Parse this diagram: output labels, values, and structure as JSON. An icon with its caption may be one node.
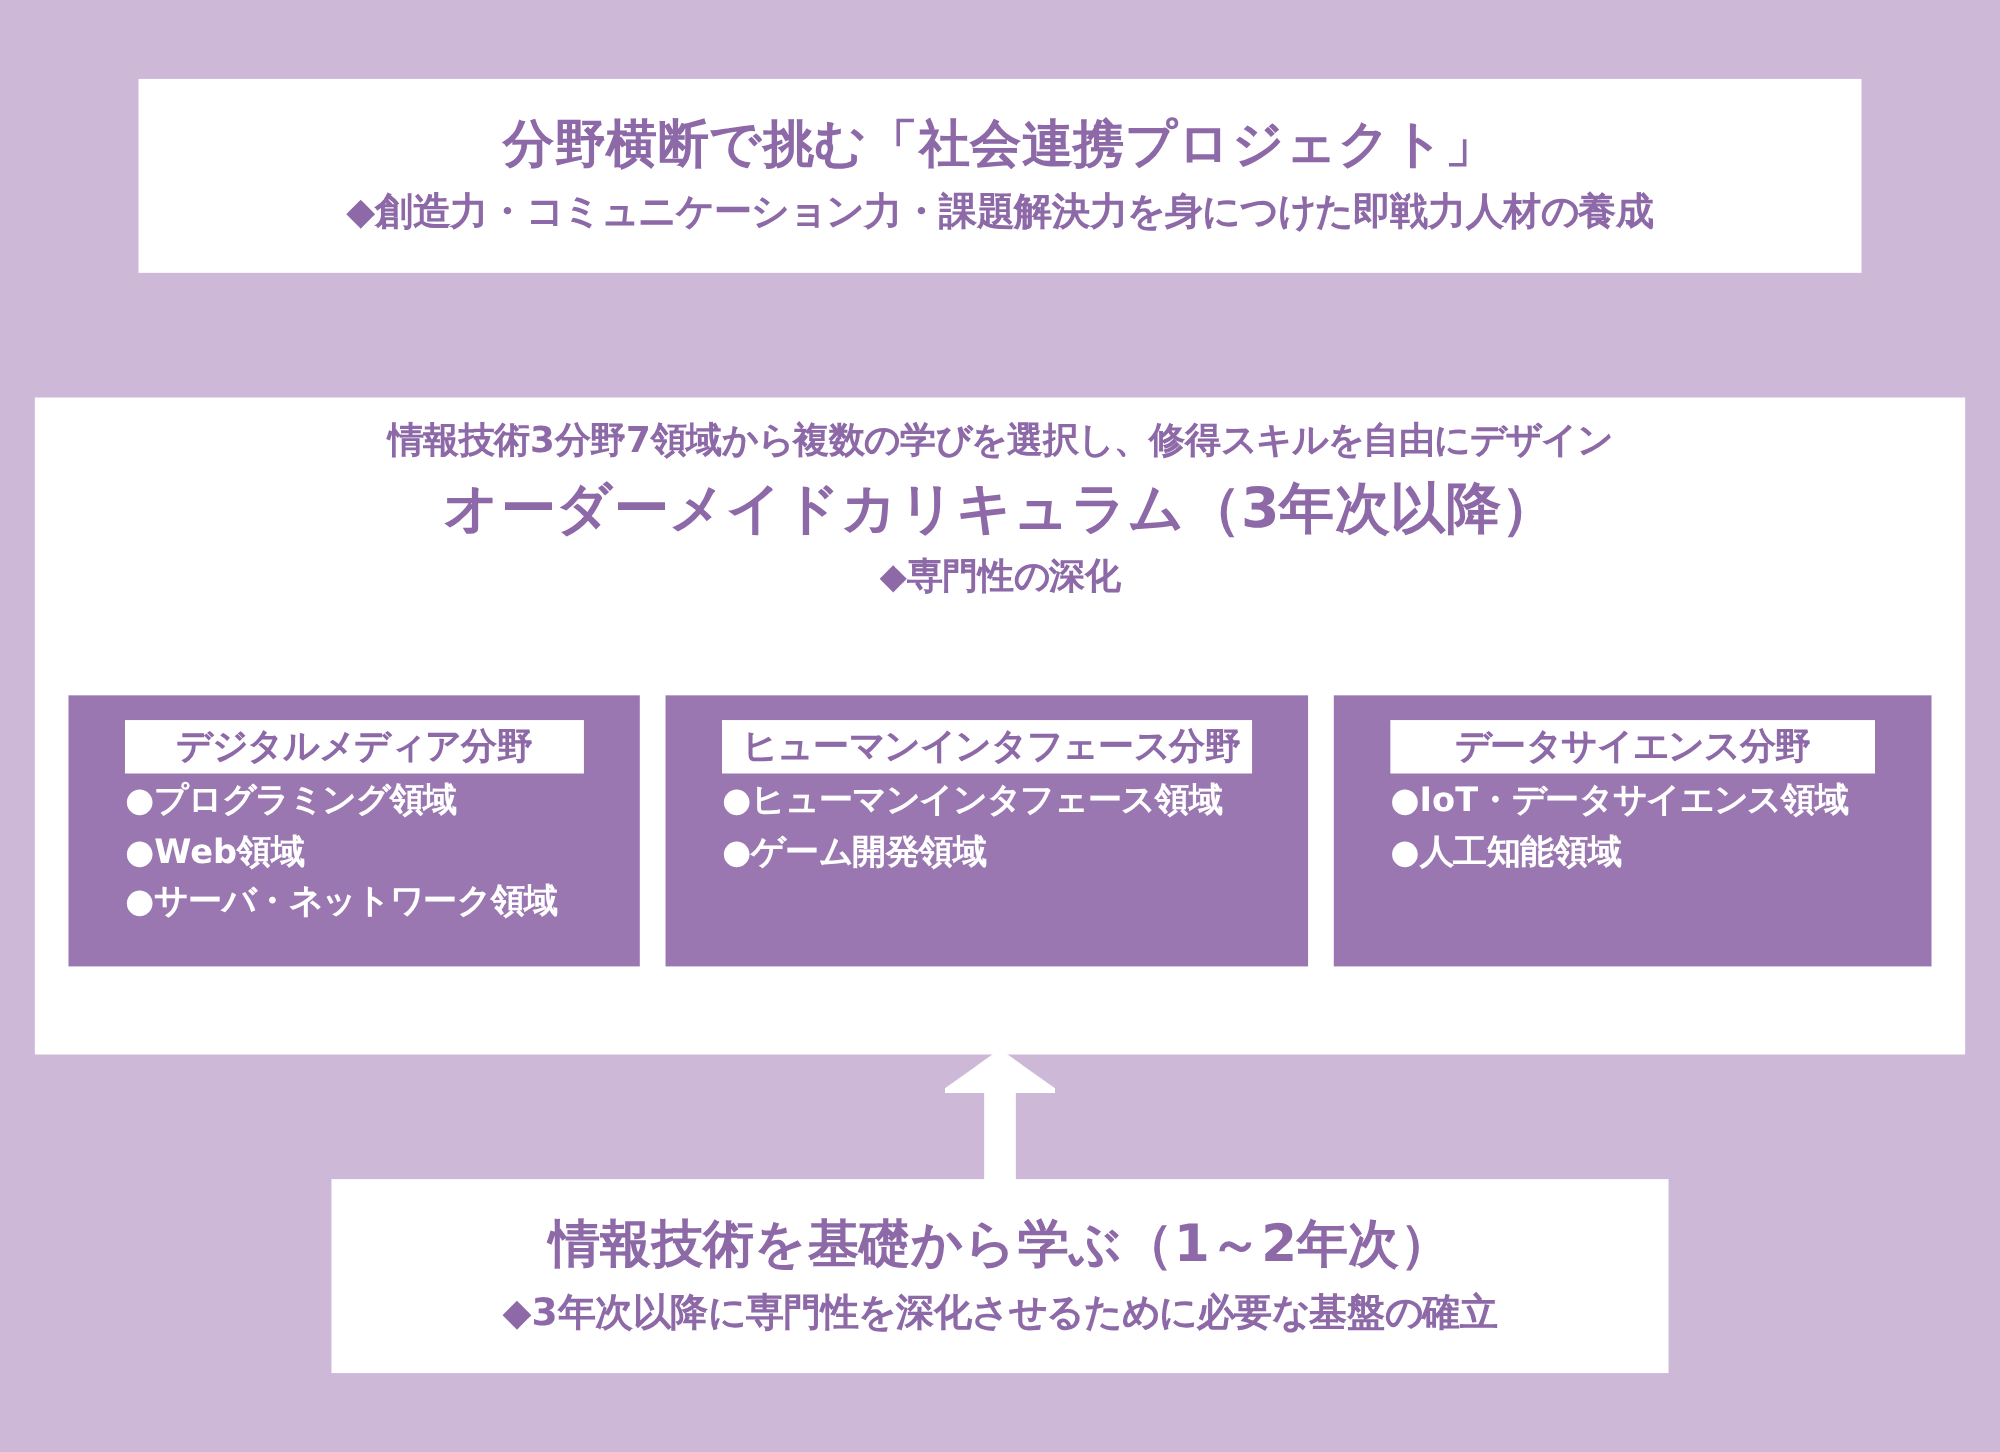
{
  "diagram": {
    "nodes": [
      {
        "text": [
          "分野横断で挑む「社会連携プロジェクト」",
          "◆創造力・コミュニケーション力・課題解決力を身につけた即戦力人材の養成"
        ]
      },
      {
        "text": [
          "情報技術3分野7領域から複数の学びを選択し、修得スキルを自由にデザイン",
          "オーダーメイドカリキュラム（3年次以降）",
          "◆専門性の深化"
        ]
      },
      {
        "text": [
          "デジタルメディア分野",
          "●プログラミング領域",
          "●Web領域",
          "●サーバ・ネットワーク領域"
        ],
        "in": 1
      },
      {
        "text": [
          "ヒューマンインタフェース分野",
          "●ヒューマンインタフェース領域",
          "●ゲーム開発領域"
        ],
        "in": 1
      },
      {
        "text": [
          "データサイエンス分野",
          "●IoT・データサイエンス領域",
          "●人工知能領域"
        ],
        "in": 1
      },
      {
        "text": [
          "情報技術を基礎から学ぶ（1～2年次）",
          "◆3年次以降に専門性を深化させるために必要な基盤の確立"
        ]
      }
    ],
    "edges": [
      {
        "from": 5,
        "to": 1,
        "arrow": "to"
      }
    ]
  }
}
